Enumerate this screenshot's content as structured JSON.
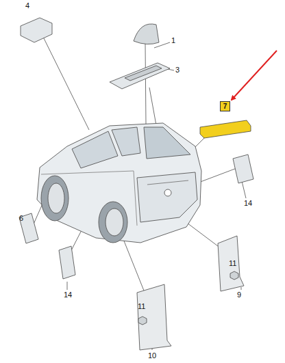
{
  "diagram": {
    "nodes": [
      {
        "text": [
          "7"
        ]
      }
    ],
    "labels": [
      "4",
      "1",
      "3",
      "14",
      "6",
      "14",
      "11",
      "9",
      "11",
      "10"
    ]
  }
}
